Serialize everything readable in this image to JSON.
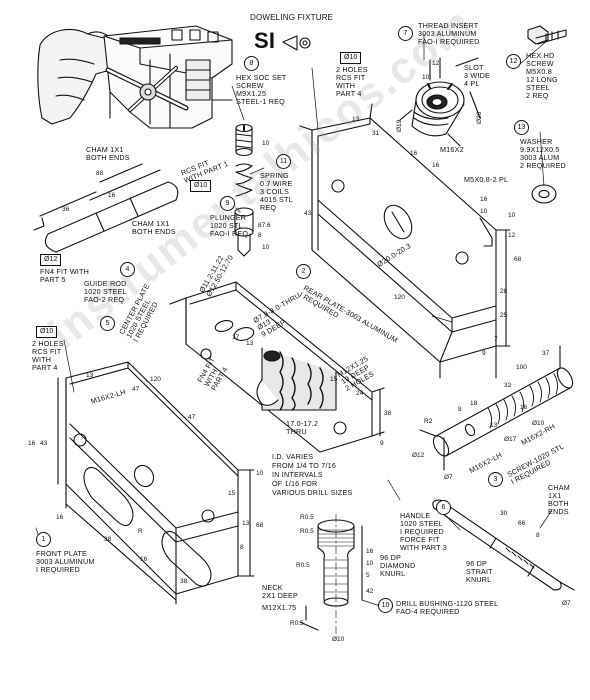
{
  "title": {
    "fixture": "DOWELING FIXTURE",
    "si": "SI"
  },
  "watermark": "instrumentalhicos.com",
  "parts": {
    "p1": {
      "num": "1",
      "text": [
        "FRONT PLATE",
        "3003 ALUMINUM",
        "I REQUIRED"
      ]
    },
    "p2": {
      "num": "2",
      "text": [
        "REAR PLATE-3003 ALUMINUM",
        "I REQUIRED"
      ]
    },
    "p3": {
      "num": "3",
      "text": [
        "SCREW-1020 STL",
        "I REQUIRED"
      ]
    },
    "p4": {
      "num": "4",
      "text": [
        "GUIDE ROD",
        "1020 STEEL",
        "FAO-2 REQ"
      ]
    },
    "p5": {
      "num": "5",
      "text": [
        "CENTER PLATE",
        "1020 STEEL",
        "I REQUIRED"
      ]
    },
    "p6": {
      "num": "6",
      "text": [
        "HANDLE",
        "1020 STEEL",
        "I REQUIRED",
        "FORCE FIT",
        "WITH PART 3"
      ]
    },
    "p7": {
      "num": "7",
      "text": [
        "THREAD INSERT",
        "3003 ALUMINUM",
        "FAO-I REQUIRED"
      ]
    },
    "p8": {
      "num": "8",
      "text": [
        "HEX SOC SET",
        "SCREW",
        "M9X1.25",
        "STEEL-1 REQ"
      ]
    },
    "p9": {
      "num": "9",
      "text": [
        "PLUNGER",
        "1020 STL",
        "FAO-I REQ"
      ]
    },
    "p10": {
      "num": "10",
      "text": [
        "DRILL BUSHING-1120 STEEL",
        "FAO-4 REQUIRED"
      ]
    },
    "p11": {
      "num": "11",
      "text": [
        "SPRING",
        "0.7 WIRE",
        "3 COILS",
        "4015 STL",
        "REQ"
      ]
    },
    "p12": {
      "num": "12",
      "text": [
        "HEX HD",
        "SCREW",
        "M5X0.8",
        "12 LONG",
        "STEEL",
        "2 REQ"
      ]
    },
    "p13": {
      "num": "13",
      "text": [
        "WASHER",
        "9.9X12X0.5",
        "3003 ALUM",
        "2 REQUIRED"
      ]
    }
  },
  "notes": {
    "rcs_part1": [
      "RCS FIT",
      "WITH PART 1"
    ],
    "holes_rear": [
      "2 HOLES",
      "RCS FIT",
      "WITH",
      "PART 4"
    ],
    "holes_front": [
      "2 HOLES",
      "RCS FIT",
      "WITH",
      "PART 4"
    ],
    "cham_ends_a": [
      "CHAM 1X1",
      "BOTH ENDS"
    ],
    "cham_ends_b": [
      "CHAM 1X1",
      "BOTH ENDS"
    ],
    "cham_ends_c": [
      "CHAM",
      "1X1",
      "BOTH",
      "ENDS"
    ],
    "fn4_part5": [
      "FN4 FIT WITH",
      "PART 5"
    ],
    "fn4_part4": [
      "FN4 FIT",
      "WITH",
      "PART 4"
    ],
    "id_varies": [
      "I.D. VARIES",
      "FROM 1/4 TO 7/16",
      "IN INTERVALS",
      "OF 1/16 FOR",
      "VARIOUS DRILL SIZES"
    ],
    "slot": [
      "SLOT",
      "3 WIDE",
      "4 PL"
    ],
    "diamond_knurl": [
      "96 DP",
      "DIAMOND",
      "KNURL"
    ],
    "strait_knurl": [
      "96 DP",
      "STRAIT",
      "KNURL"
    ],
    "neck": [
      "NECK",
      "2X1 DEEP"
    ],
    "m12_thread": "M12X1.75",
    "m5_thread": "M5X0.8-2 PL",
    "m16_lh": "M16X2-LH",
    "m16_rh": "M16X2-RH",
    "m16x2": "M16X2",
    "m12x125": "M12X1.25",
    "thru_note": [
      "Ø7.8-8.0-THRU",
      "Ø13",
      "9 DEEP"
    ],
    "m12_deep": [
      "M12X1.25",
      "19 DEEP",
      "2 HOLES"
    ],
    "c_thru": [
      "17.0-17.2",
      "THRU"
    ],
    "bore_rear": "Ø20.0-20.3",
    "bore_center": [
      "Ø11.2-11.22",
      "Ø12.50-12.70"
    ]
  },
  "box_labels": {
    "d10_a": "Ø10",
    "d10_b": "Ø10",
    "d10_c": "Ø10",
    "d12": "Ø12"
  },
  "dims": {
    "rod": [
      "88",
      "36",
      "16",
      "Ø12"
    ],
    "rear": [
      "13",
      "31",
      "16",
      "16",
      "120",
      "43",
      "10",
      "12",
      "68",
      "28",
      "25",
      "7",
      "9",
      "16",
      "10"
    ],
    "insert": [
      "12",
      "10",
      "Ø19",
      "Ø26"
    ],
    "front": [
      "13",
      "47",
      "120",
      "47",
      "16",
      "43",
      "16",
      "38",
      "16",
      "38",
      "15",
      "10",
      "13",
      "68",
      "8",
      "R"
    ],
    "center": [
      "17",
      "13",
      "15",
      "24",
      "38",
      "9"
    ],
    "screw": [
      "100",
      "37",
      "32",
      "18",
      "8",
      "16",
      "13",
      "Ø12",
      "Ø7",
      "Ø17",
      "Ø10",
      "R2"
    ],
    "handle": [
      "30",
      "66",
      "8",
      "Ø7"
    ],
    "bushing": [
      "R0.5",
      "R0.5",
      "R0.5",
      "R0.5",
      "16",
      "10",
      "5",
      "42",
      "Ø10"
    ],
    "plunger": [
      "87.6",
      "8",
      "10"
    ],
    "set_screw": [
      "10"
    ]
  }
}
